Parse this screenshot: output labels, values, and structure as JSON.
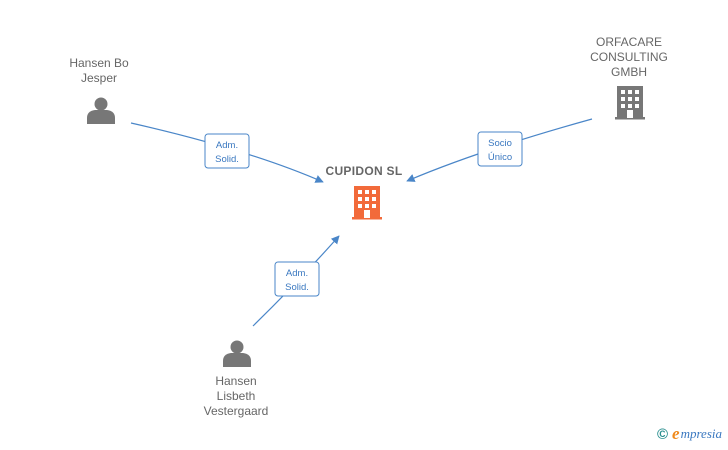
{
  "center": {
    "label": "CUPIDON  SL",
    "icon": "building-icon",
    "color": "#f26a3a"
  },
  "people": [
    {
      "lines": [
        "Hansen Bo",
        "Jesper"
      ],
      "icon": "person-icon"
    },
    {
      "lines": [
        "Hansen",
        "Lisbeth",
        "Vestergaard"
      ],
      "icon": "person-icon"
    }
  ],
  "companies": [
    {
      "lines": [
        "ORFACARE",
        "CONSULTING",
        "GMBH"
      ],
      "icon": "building-icon"
    }
  ],
  "edges": [
    {
      "lines": [
        "Adm.",
        "Solid."
      ]
    },
    {
      "lines": [
        "Socio",
        "Único"
      ]
    },
    {
      "lines": [
        "Adm.",
        "Solid."
      ]
    }
  ],
  "brand": {
    "copyright": "©",
    "e": "e",
    "rest": "mpresia"
  },
  "colors": {
    "node_gray": "#777777",
    "edge_blue": "#4a86c8",
    "center_orange": "#f26a3a"
  }
}
